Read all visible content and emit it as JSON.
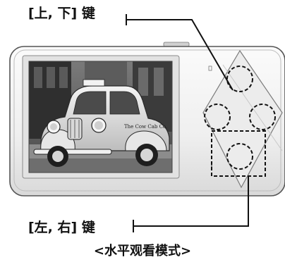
{
  "labels": {
    "up_down": "[上, 下] 键",
    "left_right": "[左, 右] 键"
  },
  "caption": "<水平观看模式>",
  "photo": {
    "subject": "vintage-taxi-car",
    "description_hidden": "",
    "sign_text": "The Cow Cab Co."
  },
  "colors": {
    "device_body": "#f4f4f4",
    "device_outline": "#555555",
    "screen_frame": "#dcdcdc",
    "dpad_diamond": "#e8e8e8",
    "dashed_outline": "#111111",
    "photo_dark": "#3a3a3a",
    "photo_light": "#e6e6e6"
  },
  "icons": {
    "up_key": "dashed-circle-up",
    "down_key": "dashed-circle-down",
    "left_key": "dashed-circle-left",
    "right_key": "dashed-circle-right"
  }
}
